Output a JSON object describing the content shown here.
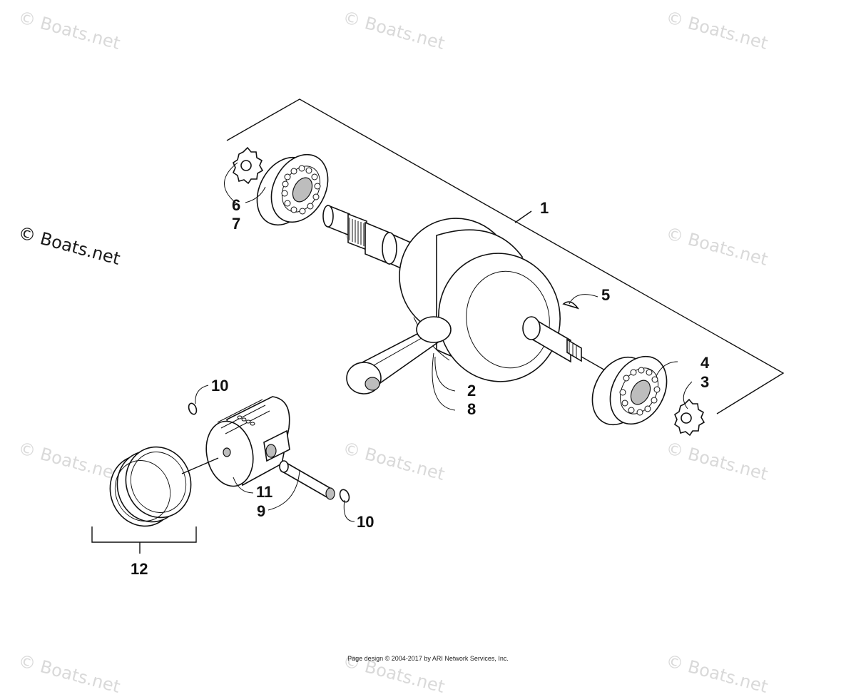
{
  "watermarks": {
    "text": "© Boats.net",
    "main": "© Boats.net"
  },
  "callouts": {
    "c1": "1",
    "c2": "2",
    "c3": "3",
    "c4": "4",
    "c5": "5",
    "c6": "6",
    "c7": "7",
    "c8": "8",
    "c9": "9",
    "c10a": "10",
    "c10b": "10",
    "c11": "11",
    "c12": "12"
  },
  "footer": {
    "text": "Page design © 2004-2017 by ARI Network Services, Inc."
  },
  "parts": [
    {
      "name": "crankshaft-assembly",
      "callout": "1"
    },
    {
      "name": "connecting-rod",
      "callout": "2"
    },
    {
      "name": "bearing-right",
      "callout": "3"
    },
    {
      "name": "bearing-right-seal",
      "callout": "4"
    },
    {
      "name": "woodruff-key",
      "callout": "5"
    },
    {
      "name": "bearing-left",
      "callout": "6"
    },
    {
      "name": "bearing-left-seal",
      "callout": "7"
    },
    {
      "name": "crank-pin",
      "callout": "8"
    },
    {
      "name": "piston-pin",
      "callout": "9"
    },
    {
      "name": "circlip",
      "callout": "10"
    },
    {
      "name": "piston",
      "callout": "11"
    },
    {
      "name": "piston-ring-set",
      "callout": "12"
    }
  ]
}
